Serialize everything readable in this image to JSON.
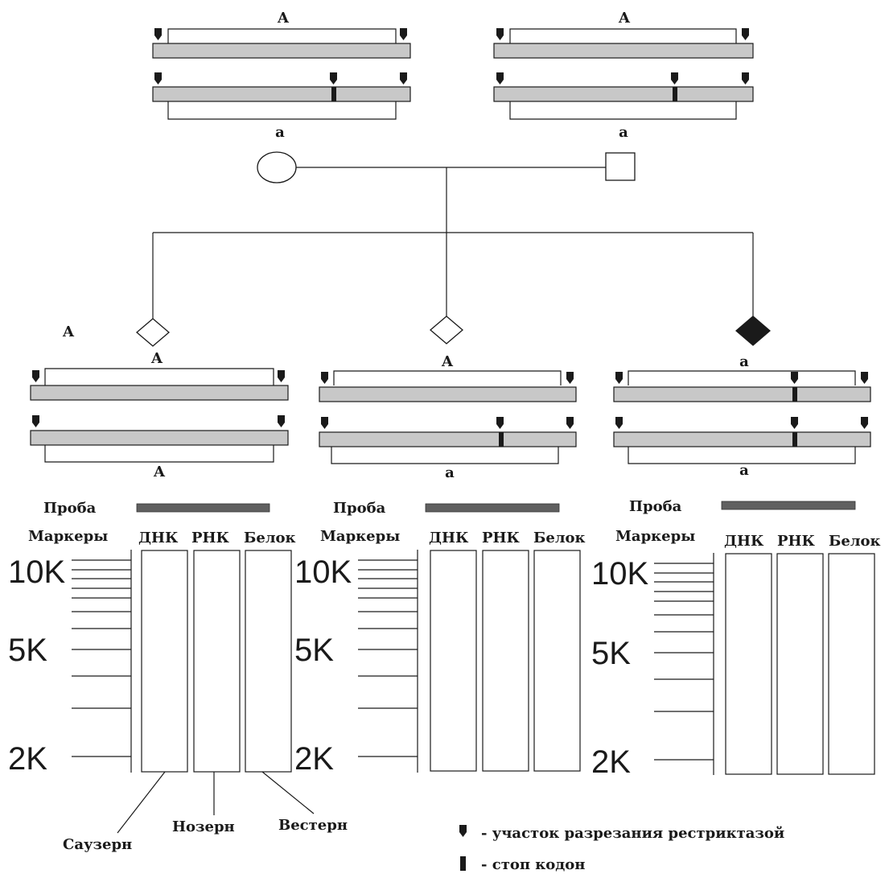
{
  "labels": {
    "allele_dominant": "A",
    "allele_recessive": "a",
    "probe": "Проба",
    "markers": "Маркеры",
    "dna": "ДНК",
    "rna": "РНК",
    "protein": "Белок",
    "southern": "Саузерн",
    "northern": "Нозерн",
    "western": "Вестерн",
    "scale_10k": "10K",
    "scale_5k": "5K",
    "scale_2k": "2K"
  },
  "legend": {
    "cut_site": "- участок разрезания рестриктазой",
    "stop_codon": "- стоп кодон"
  },
  "colors": {
    "chromosome_fill": "#c8c8c8",
    "probe_fill": "#606060",
    "affected_fill": "#1a1a1a"
  },
  "pedigree": {
    "mother": {
      "shape": "circle",
      "alleles": [
        "A",
        "a"
      ]
    },
    "father": {
      "shape": "square",
      "alleles": [
        "A",
        "a"
      ]
    },
    "children": [
      {
        "shape": "diamond",
        "affected": false,
        "alleles": [
          "A",
          "A"
        ],
        "side_label": "A"
      },
      {
        "shape": "diamond",
        "affected": false,
        "alleles": [
          "A",
          "a"
        ]
      },
      {
        "shape": "diamond",
        "affected": true,
        "alleles": [
          "a",
          "a"
        ]
      }
    ]
  }
}
